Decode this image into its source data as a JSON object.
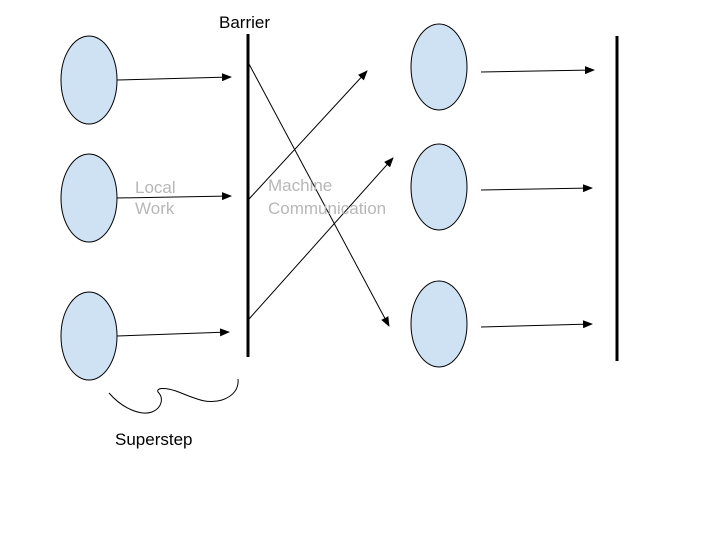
{
  "labels": {
    "barrier": "Barrier",
    "local_work_line1": "Local",
    "local_work_line2": "Work",
    "machine_comm_line1": "Machine",
    "machine_comm_line2": "Communication",
    "superstep": "Superstep"
  },
  "colors": {
    "node_fill": "#cfe2f3",
    "stroke": "#000000",
    "muted_text": "#b7b7b7"
  }
}
